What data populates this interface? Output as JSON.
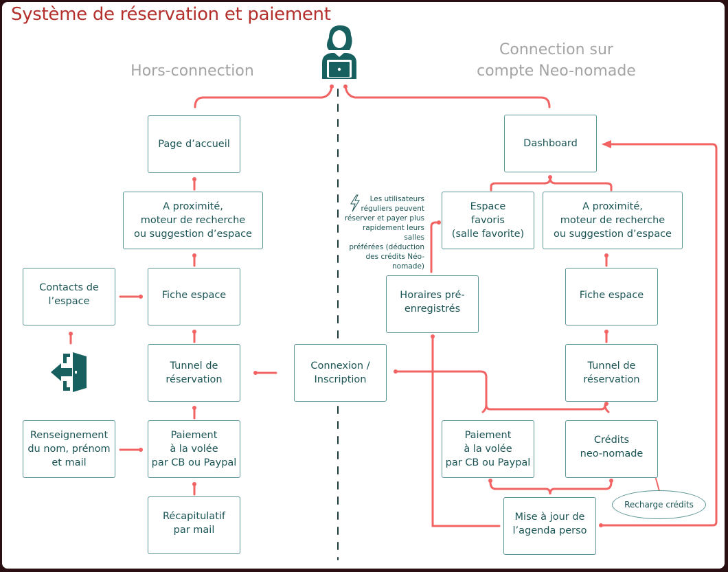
{
  "title": "Système de réservation et paiement",
  "sections": {
    "offline": "Hors-connection",
    "online": "Connection sur\ncompte Neo-nomade"
  },
  "offline_flow": {
    "page_accueil": "Page d’accueil",
    "a_proximite": "A proximité,\nmoteur de recherche\nou suggestion d’espace",
    "fiche_espace": "Fiche espace",
    "contacts": "Contacts de\nl’espace",
    "tunnel": "Tunnel de\nréservation",
    "paiement": "Paiement\nà la volée\npar CB ou Paypal",
    "renseignement": "Renseignement\ndu nom, prénom\net mail",
    "recapitulatif": "Récapitulatif\npar mail"
  },
  "center": {
    "connexion": "Connexion /\nInscription",
    "horaires": "Horaires pré-\nenregistrés",
    "note": "Les utilisateurs\nréguliers peuvent\nréserver et payer plus\nrapidement leurs salles\npréférées (déduction\ndes crédits Néo-\nnomade)"
  },
  "online_flow": {
    "dashboard": "Dashboard",
    "espace_favoris": "Espace\nfavoris\n(salle favorite)",
    "a_proximite": "A proximité,\nmoteur de recherche\nou suggestion d’espace",
    "fiche_espace": "Fiche espace",
    "tunnel": "Tunnel de\nréservation",
    "paiement": "Paiement\nà la volée\npar CB ou Paypal",
    "credits": "Crédits\nneo-nomade",
    "recharge": "Recharge crédits",
    "mise_a_jour": "Mise à jour de\nl’agenda perso"
  },
  "icons": {
    "user": "user-laptop-icon",
    "exit": "exit-door-icon",
    "lightning": "lightning-icon"
  },
  "colors": {
    "title": "#b3302c",
    "connector": "#f26363",
    "box_border": "#5a9494",
    "box_text": "#1b5454",
    "icon": "#17605f",
    "section": "#a4a4a4"
  }
}
